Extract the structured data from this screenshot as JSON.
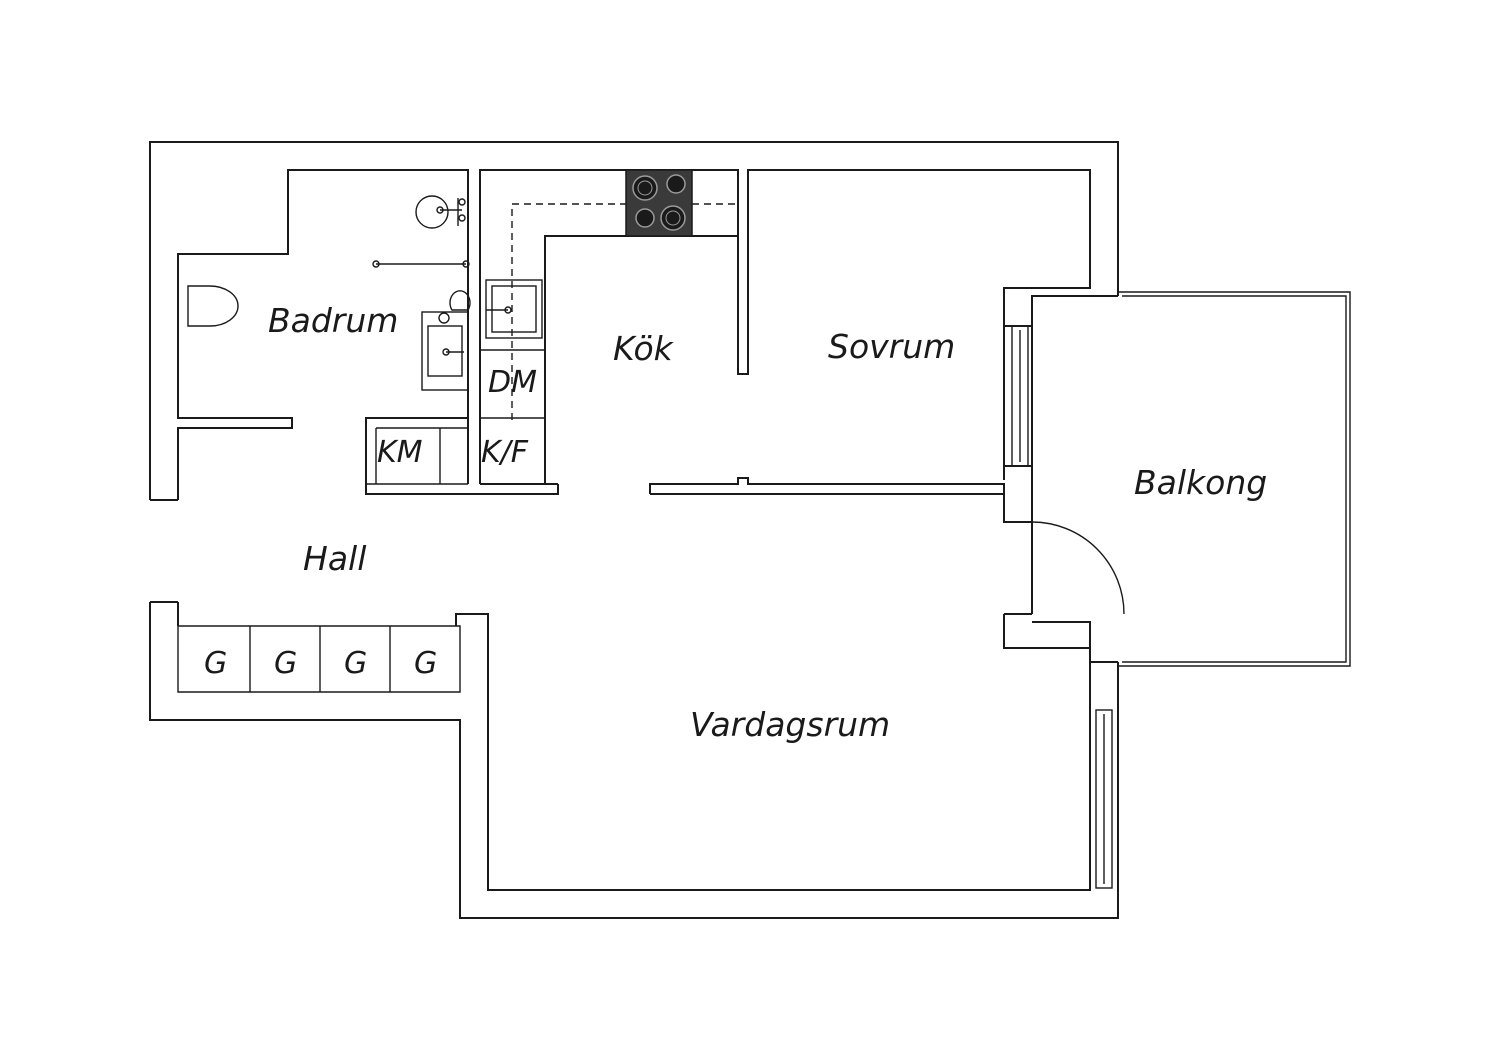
{
  "rooms": {
    "badrum": "Badrum",
    "kok": "Kök",
    "sovrum": "Sovrum",
    "balkong": "Balkong",
    "hall": "Hall",
    "vardagsrum": "Vardagsrum"
  },
  "fixtures": {
    "dm": "DM",
    "km": "KM",
    "kf": "K/F",
    "closets": [
      "G",
      "G",
      "G",
      "G"
    ]
  },
  "colors": {
    "line": "#1a1a1a",
    "background": "#ffffff",
    "stove": "#3a3a3a"
  }
}
